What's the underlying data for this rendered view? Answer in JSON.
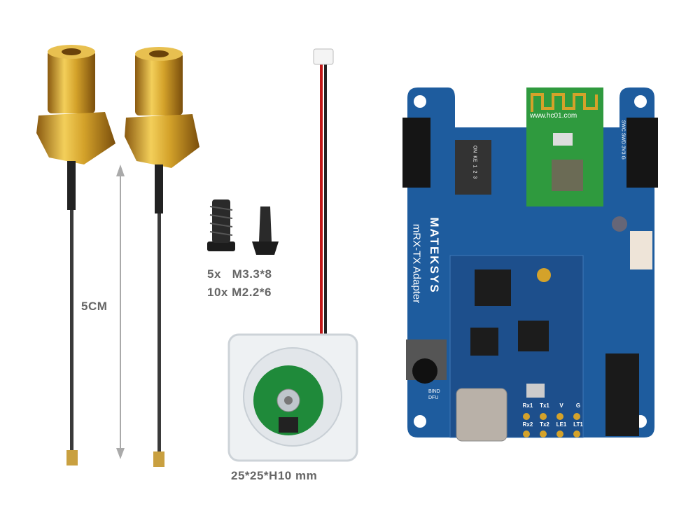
{
  "labels": {
    "cable_length": "5CM",
    "screws_line1": "5x   M3.3*8",
    "screws_line2": "10x M2.2*6",
    "fan_size": "25*25*H10 mm"
  },
  "board": {
    "brand": "MATEKSYS",
    "model": "mRX-TX Adapter",
    "module_url": "www.hc01.com",
    "button_label_1": "BIND",
    "button_label_2": "DFU",
    "pads_row1": [
      "Rx1",
      "Tx1",
      "V",
      "G"
    ],
    "pads_row2": [
      "Rx2",
      "Tx2",
      "LE1",
      "LT1"
    ],
    "header_right": "SWC SWD 3V3 G",
    "dip_labels": [
      "ON",
      "KE",
      "1",
      "2",
      "3"
    ]
  },
  "colors": {
    "pcb": "#1e5c9e",
    "module": "#2f9a3e",
    "gold": "#d4a22a",
    "label_text": "#666666"
  }
}
